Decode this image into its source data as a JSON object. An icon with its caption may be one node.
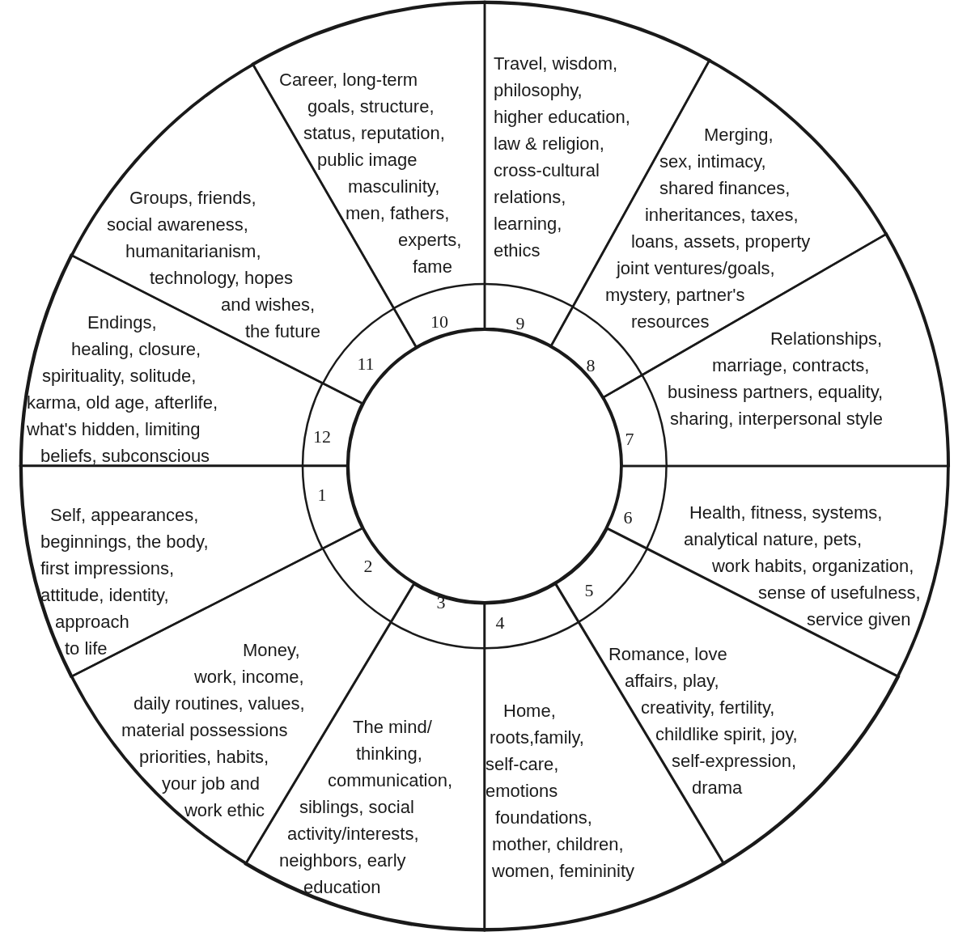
{
  "diagram": {
    "nodes": [
      {
        "text": [],
        "shape": "circle"
      },
      {
        "text": [
          "Self, appearances, beginnings, the body, first impressions, attitude, identity, approach to life",
          "1"
        ],
        "in": 0
      },
      {
        "text": [
          "Money, work, income, daily routines, values, material possessions priorities, habits, your job and work ethic",
          "2"
        ],
        "in": 0
      },
      {
        "text": [
          "3",
          "The mind/ thinking, communication, siblings, social activity/interests, neighbors, early education"
        ],
        "in": 0
      },
      {
        "text": [
          "4",
          "Home, roots,family, self-care, emotions foundations, mother, children, women, femininity"
        ],
        "in": 0
      },
      {
        "text": [
          "Romance, love affairs, play, creativity, fertility, childlike spirit, joy, self-expression, drama",
          "5"
        ],
        "in": 0
      },
      {
        "text": [
          "6",
          "Health, fitness, systems, analytical nature, pets, work habits, organization, sense of usefulness, service given"
        ],
        "in": 0
      },
      {
        "text": [
          "Relationships, marriage, contracts, business partners, equality, sharing, interpersonal style",
          "7"
        ],
        "in": 0
      },
      {
        "text": [
          "Merging, sex, intimacy, shared finances, inheritances, taxes, loans, assets, property joint ventures/goals, mystery, partner's resources",
          "8"
        ],
        "in": 0
      },
      {
        "text": [
          "Travel, wisdom, philosophy, higher education, law & religion, cross-cultural relations, learning, ethics",
          "9"
        ],
        "in": 0
      },
      {
        "text": [
          "Career, long-term goals, structure, status, reputation, public image masculinity, men, fathers, experts, fame",
          "10"
        ],
        "in": 0
      },
      {
        "text": [
          "Groups, friends, social awareness, humanitarianism, technology, hopes and wishes, the future",
          "11"
        ],
        "in": 0
      },
      {
        "text": [
          "Endings, healing, closure, spirituality, solitude, karma, old age, afterlife, what's hidden, limiting beliefs, subconscious",
          "12"
        ],
        "in": 0
      },
      {
        "text": [],
        "shape": "circle",
        "in": 0
      }
    ]
  }
}
